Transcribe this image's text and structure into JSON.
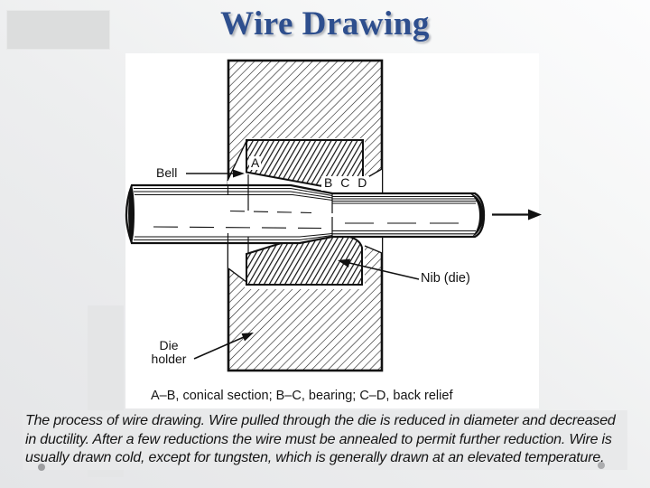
{
  "slide": {
    "title": "Wire Drawing"
  },
  "diagram": {
    "labels": {
      "bell": "Bell",
      "a": "A",
      "bcd": "B C D",
      "nib": "Nib (die)",
      "die_holder": "Die\nholder",
      "caption": "A–B, conical section; B–C, bearing; C–D, back relief"
    },
    "parts": [
      "die holder (hatched block)",
      "nib / die (dark hatched insert)",
      "wire tapering left-to-right",
      "exit arrow pointing right"
    ]
  },
  "footer": {
    "lines": [
      "The process of wire drawing. Wire pulled through the die is reduced in diameter and decreased",
      "in ductility. After a few reductions the wire must be annealed to permit further reduction. Wire is",
      "usually drawn cold, except for tungsten, which is generally drawn at an elevated temperature."
    ]
  },
  "colors": {
    "title_blue": "#2e4f8e",
    "ink": "#111111",
    "panel": "#ffffff",
    "slide_gray": "#ebecee",
    "deco_gray": "#dcdddd"
  }
}
